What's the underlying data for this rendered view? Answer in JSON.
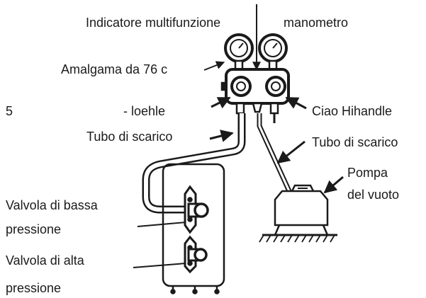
{
  "labels": {
    "top_left": "Indicatore multifunzione",
    "top_right": "manometro",
    "amalgam": "Amalgama da 76 c",
    "number": "5",
    "left_mid": "- loehle",
    "right_mid": "Ciao Hihandle",
    "drain_left": "Tubo di scarico",
    "drain_right": "Tubo di scarico",
    "pump_line1": "Pompa",
    "pump_line2": "del vuoto",
    "low_valve_line1": "Valvola di bassa",
    "low_valve_line2": "pressione",
    "high_valve_line1": "Valvola di alta",
    "high_valve_line2": "pressione"
  }
}
